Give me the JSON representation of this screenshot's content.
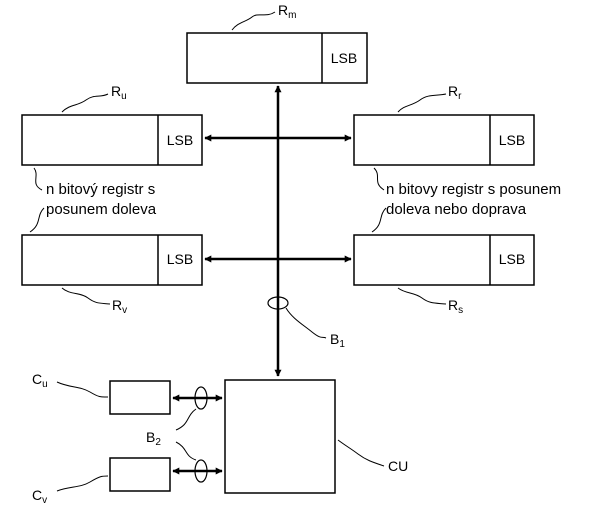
{
  "registers": {
    "rm": {
      "name": "R",
      "sub": "m",
      "lsb": "LSB"
    },
    "ru": {
      "name": "R",
      "sub": "u",
      "lsb": "LSB"
    },
    "rr": {
      "name": "R",
      "sub": "r",
      "lsb": "LSB"
    },
    "rv": {
      "name": "R",
      "sub": "v",
      "lsb": "LSB"
    },
    "rs": {
      "name": "R",
      "sub": "s",
      "lsb": "LSB"
    }
  },
  "notes": {
    "left_line1": "n bitový registr s",
    "left_line2": "posunem doleva",
    "right_line1": "n bitovy registr s posunem",
    "right_line2": "doleva nebo doprava"
  },
  "buses": {
    "b1": {
      "name": "B",
      "sub": "1"
    },
    "b2": {
      "name": "B",
      "sub": "2"
    }
  },
  "counters": {
    "cu": {
      "name": "C",
      "sub": "u"
    },
    "cv": {
      "name": "C",
      "sub": "v"
    }
  },
  "control_unit": {
    "label": "CU"
  }
}
